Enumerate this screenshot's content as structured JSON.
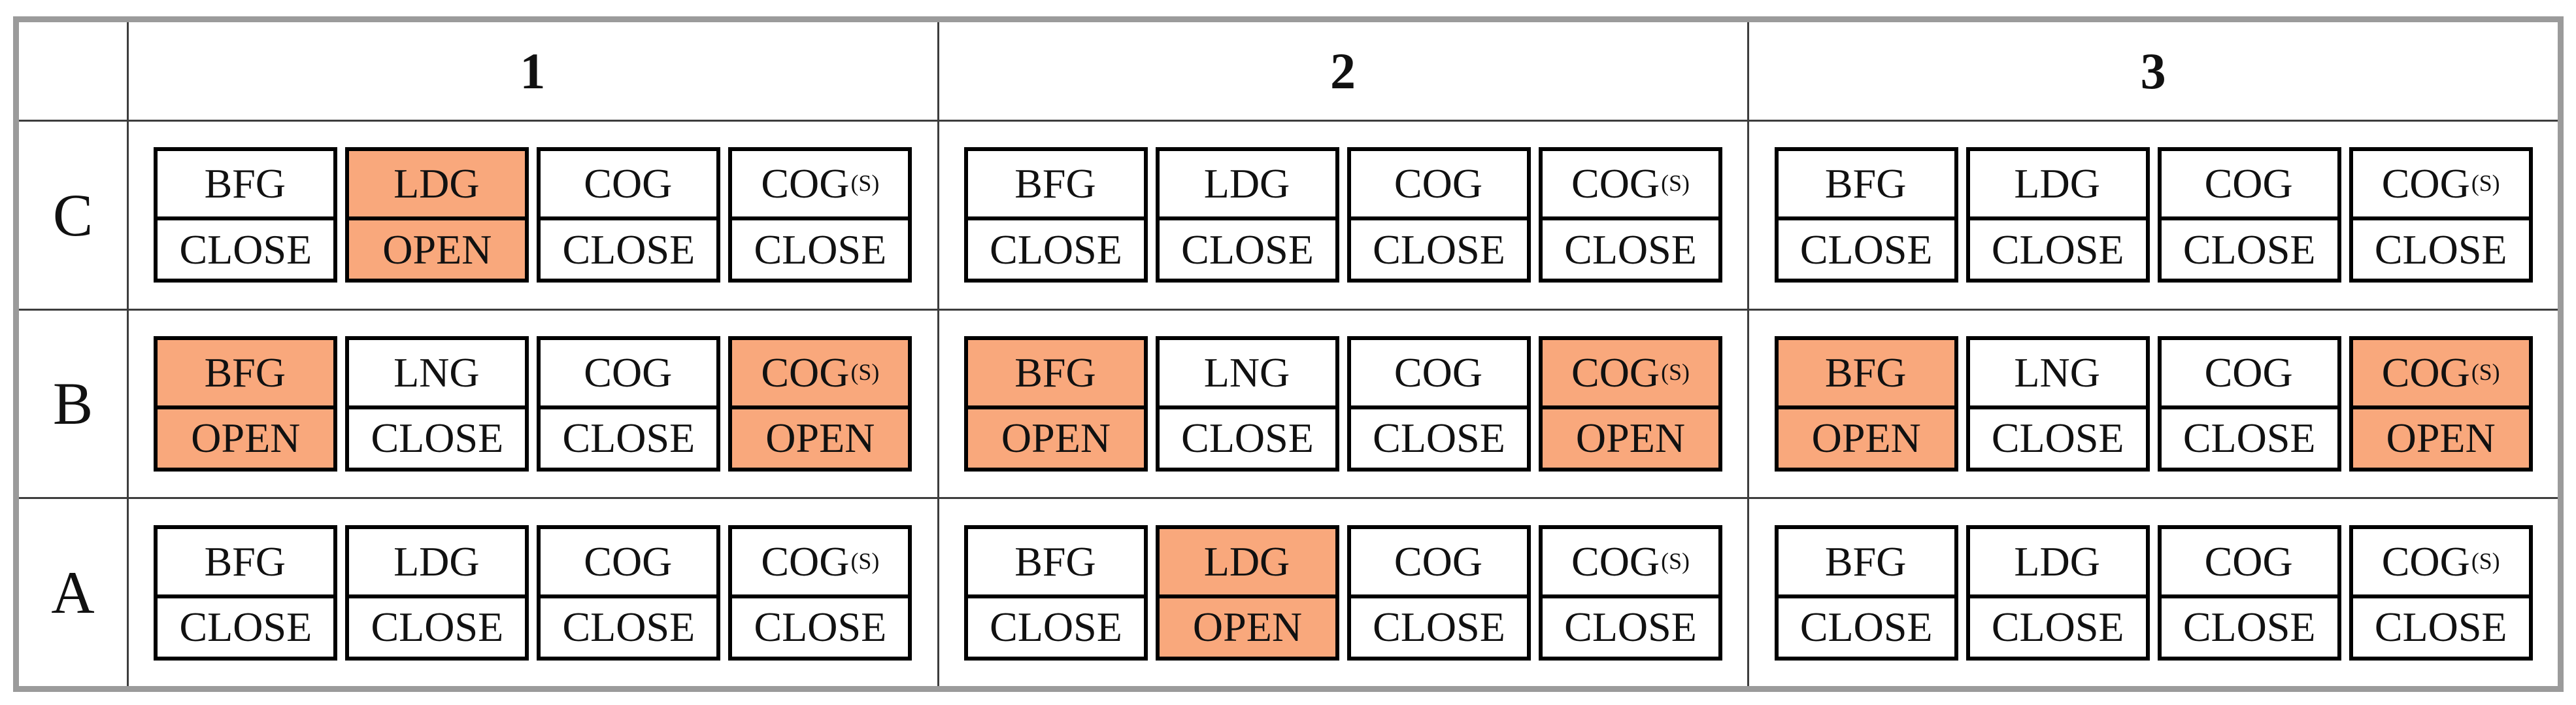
{
  "table": {
    "columns": [
      "1",
      "2",
      "3"
    ],
    "rows": [
      {
        "label": "C",
        "cells": [
          {
            "valves": [
              {
                "gas": "BFG",
                "suffix": "",
                "state": "CLOSE",
                "open": false
              },
              {
                "gas": "LDG",
                "suffix": "",
                "state": "OPEN",
                "open": true
              },
              {
                "gas": "COG",
                "suffix": "",
                "state": "CLOSE",
                "open": false
              },
              {
                "gas": "COG",
                "suffix": "(S)",
                "state": "CLOSE",
                "open": false
              }
            ]
          },
          {
            "valves": [
              {
                "gas": "BFG",
                "suffix": "",
                "state": "CLOSE",
                "open": false
              },
              {
                "gas": "LDG",
                "suffix": "",
                "state": "CLOSE",
                "open": false
              },
              {
                "gas": "COG",
                "suffix": "",
                "state": "CLOSE",
                "open": false
              },
              {
                "gas": "COG",
                "suffix": "(S)",
                "state": "CLOSE",
                "open": false
              }
            ]
          },
          {
            "valves": [
              {
                "gas": "BFG",
                "suffix": "",
                "state": "CLOSE",
                "open": false
              },
              {
                "gas": "LDG",
                "suffix": "",
                "state": "CLOSE",
                "open": false
              },
              {
                "gas": "COG",
                "suffix": "",
                "state": "CLOSE",
                "open": false
              },
              {
                "gas": "COG",
                "suffix": "(S)",
                "state": "CLOSE",
                "open": false
              }
            ]
          }
        ]
      },
      {
        "label": "B",
        "cells": [
          {
            "valves": [
              {
                "gas": "BFG",
                "suffix": "",
                "state": "OPEN",
                "open": true
              },
              {
                "gas": "LNG",
                "suffix": "",
                "state": "CLOSE",
                "open": false
              },
              {
                "gas": "COG",
                "suffix": "",
                "state": "CLOSE",
                "open": false
              },
              {
                "gas": "COG",
                "suffix": "(S)",
                "state": "OPEN",
                "open": true
              }
            ]
          },
          {
            "valves": [
              {
                "gas": "BFG",
                "suffix": "",
                "state": "OPEN",
                "open": true
              },
              {
                "gas": "LNG",
                "suffix": "",
                "state": "CLOSE",
                "open": false
              },
              {
                "gas": "COG",
                "suffix": "",
                "state": "CLOSE",
                "open": false
              },
              {
                "gas": "COG",
                "suffix": "(S)",
                "state": "OPEN",
                "open": true
              }
            ]
          },
          {
            "valves": [
              {
                "gas": "BFG",
                "suffix": "",
                "state": "OPEN",
                "open": true
              },
              {
                "gas": "LNG",
                "suffix": "",
                "state": "CLOSE",
                "open": false
              },
              {
                "gas": "COG",
                "suffix": "",
                "state": "CLOSE",
                "open": false
              },
              {
                "gas": "COG",
                "suffix": "(S)",
                "state": "OPEN",
                "open": true
              }
            ]
          }
        ]
      },
      {
        "label": "A",
        "cells": [
          {
            "valves": [
              {
                "gas": "BFG",
                "suffix": "",
                "state": "CLOSE",
                "open": false
              },
              {
                "gas": "LDG",
                "suffix": "",
                "state": "CLOSE",
                "open": false
              },
              {
                "gas": "COG",
                "suffix": "",
                "state": "CLOSE",
                "open": false
              },
              {
                "gas": "COG",
                "suffix": "(S)",
                "state": "CLOSE",
                "open": false
              }
            ]
          },
          {
            "valves": [
              {
                "gas": "BFG",
                "suffix": "",
                "state": "CLOSE",
                "open": false
              },
              {
                "gas": "LDG",
                "suffix": "",
                "state": "OPEN",
                "open": true
              },
              {
                "gas": "COG",
                "suffix": "",
                "state": "CLOSE",
                "open": false
              },
              {
                "gas": "COG",
                "suffix": "(S)",
                "state": "CLOSE",
                "open": false
              }
            ]
          },
          {
            "valves": [
              {
                "gas": "BFG",
                "suffix": "",
                "state": "CLOSE",
                "open": false
              },
              {
                "gas": "LDG",
                "suffix": "",
                "state": "CLOSE",
                "open": false
              },
              {
                "gas": "COG",
                "suffix": "",
                "state": "CLOSE",
                "open": false
              },
              {
                "gas": "COG",
                "suffix": "(S)",
                "state": "CLOSE",
                "open": false
              }
            ]
          }
        ]
      }
    ]
  },
  "colors": {
    "open_fill": "#F9A87C",
    "close_fill": "#FFFFFF",
    "box_border": "#000000",
    "grid_line": "#3D3D3D",
    "outer_border": "#9B9B9B"
  }
}
